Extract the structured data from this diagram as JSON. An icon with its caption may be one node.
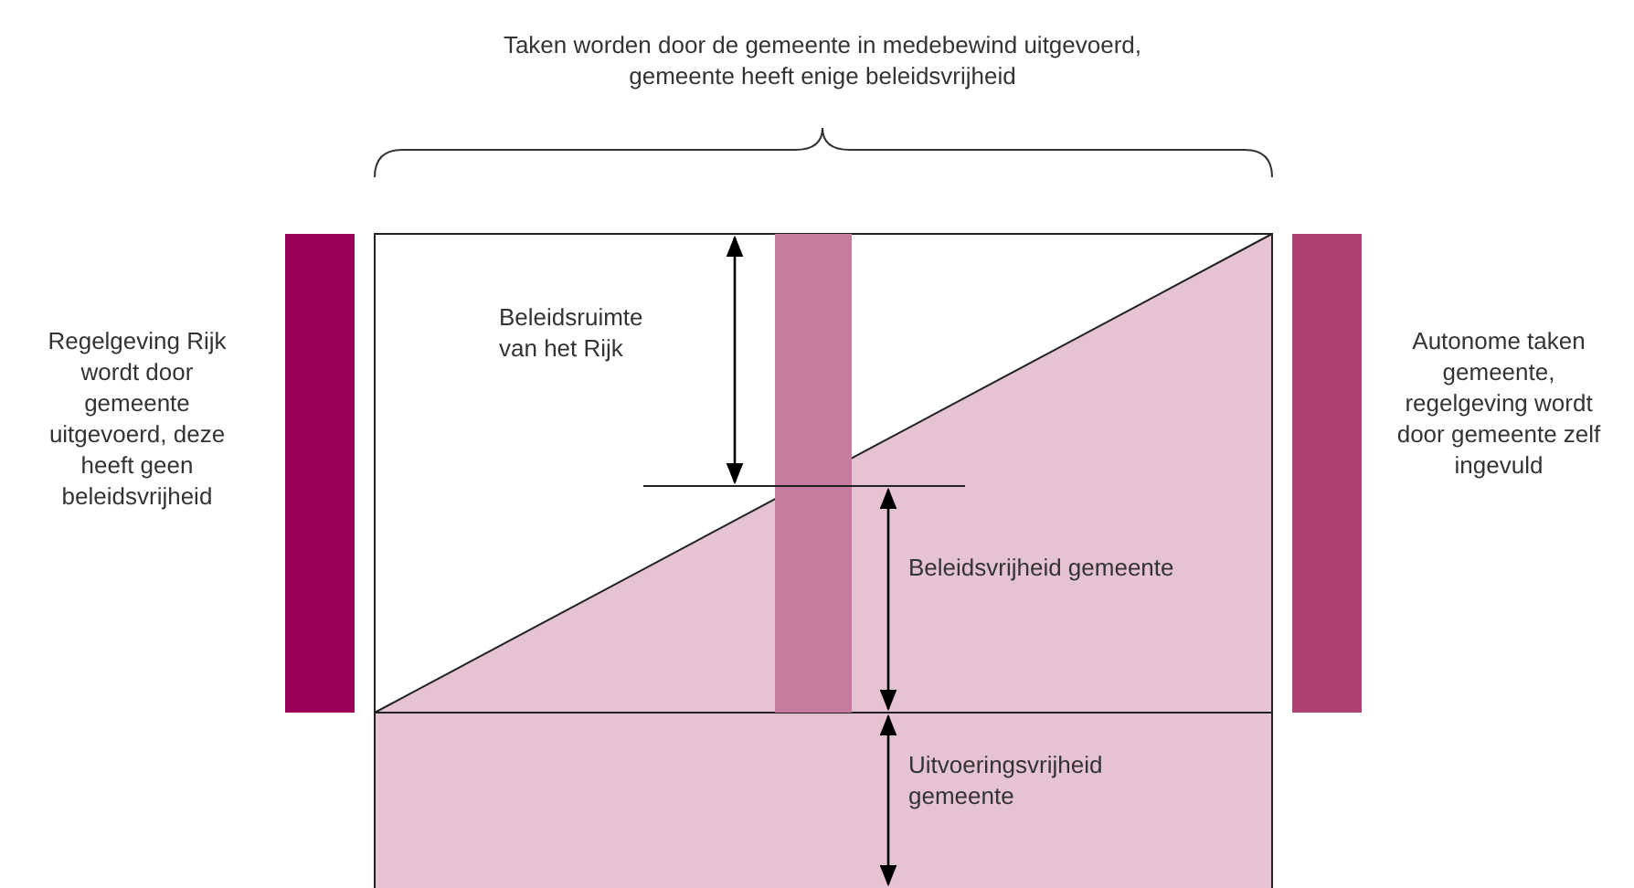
{
  "diagram": {
    "labels": [
      "Taken worden door de gemeente in medebewind uitgevoerd, gemeente heeft enige beleidsvrijheid",
      "Regelgeving Rijk wordt door gemeente uitgevoerd, deze heeft geen beleidsvrijheid",
      "Beleidsruimte van het Rijk",
      "Beleidsvrijheid gemeente",
      "Autonome taken gemeente, regelgeving wordt door gemeente zelf ingevuld",
      "Uitvoeringsvrijheid gemeente"
    ]
  }
}
